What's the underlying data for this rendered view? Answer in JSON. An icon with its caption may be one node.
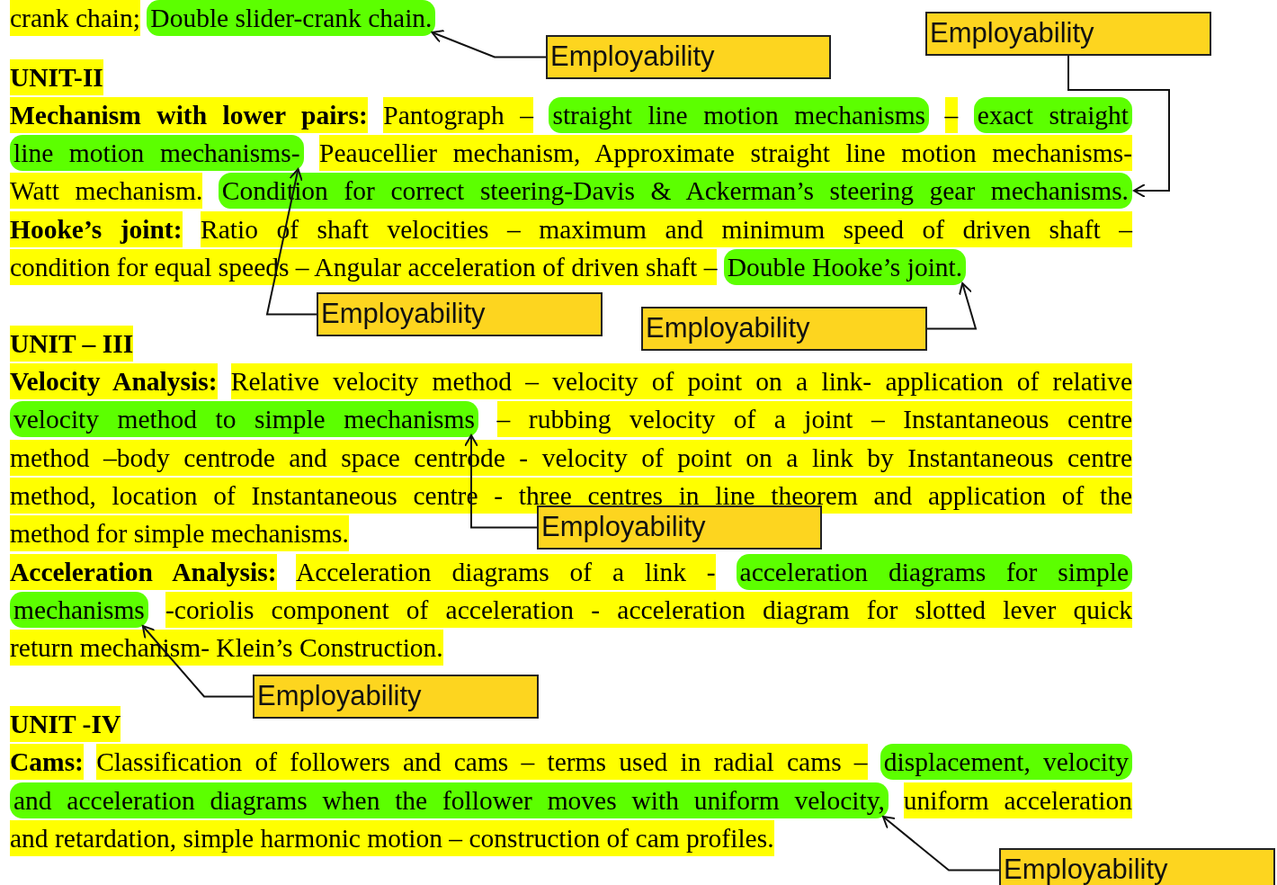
{
  "diagram": {
    "nodes": [
      {
        "text": [
          "Double slider-crank chain."
        ]
      },
      {
        "text": [
          "Employability"
        ]
      },
      {
        "text": [
          "Employability"
        ]
      },
      {
        "text": [
          "straight line motion mechanisms"
        ]
      },
      {
        "text": [
          "exact straight"
        ]
      },
      {
        "text": [
          "line motion mechanisms-"
        ]
      },
      {
        "text": [
          "Condition for correct steering-Davis & Ackerman’s steering gear mechanisms."
        ]
      },
      {
        "text": [
          "Double Hooke’s joint."
        ]
      },
      {
        "text": [
          "Employability"
        ]
      },
      {
        "text": [
          "Employability"
        ]
      },
      {
        "text": [
          "velocity method to simple mechanisms"
        ]
      },
      {
        "text": [
          "Employability"
        ]
      },
      {
        "text": [
          "acceleration diagrams for simple"
        ]
      },
      {
        "text": [
          "mechanisms"
        ]
      },
      {
        "text": [
          "Employability"
        ]
      },
      {
        "text": [
          "displacement, velocity"
        ]
      },
      {
        "text": [
          "and acceleration diagrams when the follower moves with uniform velocity,"
        ]
      },
      {
        "text": [
          "Employability"
        ]
      }
    ],
    "edges": [
      {
        "from": 1,
        "to": 0,
        "arrow": "to"
      },
      {
        "from": 2,
        "to": 6,
        "arrow": "to"
      },
      {
        "from": 8,
        "to": 5,
        "arrow": "to"
      },
      {
        "from": 9,
        "to": 7,
        "arrow": "to"
      },
      {
        "from": 11,
        "to": 10,
        "arrow": "to"
      },
      {
        "from": 14,
        "to": 13,
        "arrow": "to"
      },
      {
        "from": 17,
        "to": 16,
        "arrow": "to"
      }
    ],
    "labels": [
      "crank chain;",
      "UNIT-II",
      "Mechanism with lower pairs:",
      "Pantograph –",
      "–",
      "Peaucellier mechanism, Approximate straight line motion mechanisms-",
      "Watt mechanism.",
      "Hooke’s joint:",
      "Ratio of shaft velocities – maximum and minimum speed of driven shaft –",
      "condition for equal speeds – Angular acceleration of driven shaft –",
      "UNIT – III",
      "Velocity Analysis:",
      "Relative velocity method – velocity of point on a link- application of relative",
      "– rubbing velocity of a joint – Instantaneous centre",
      "method –body centrode and space centrode - velocity of point on a link by Instantaneous centre",
      "method, location of Instantaneous centre - three centres in line theorem and application of the",
      "method for simple mechanisms.",
      "Acceleration Analysis:",
      "Acceleration diagrams of a link -",
      "-coriolis component of acceleration - acceleration diagram for slotted lever quick",
      "return mechanism- Klein’s Construction.",
      "UNIT -IV",
      "Cams:",
      "Classification of followers and cams – terms used in radial cams –",
      "uniform acceleration",
      "and retardation, simple harmonic motion – construction of cam profiles."
    ]
  }
}
